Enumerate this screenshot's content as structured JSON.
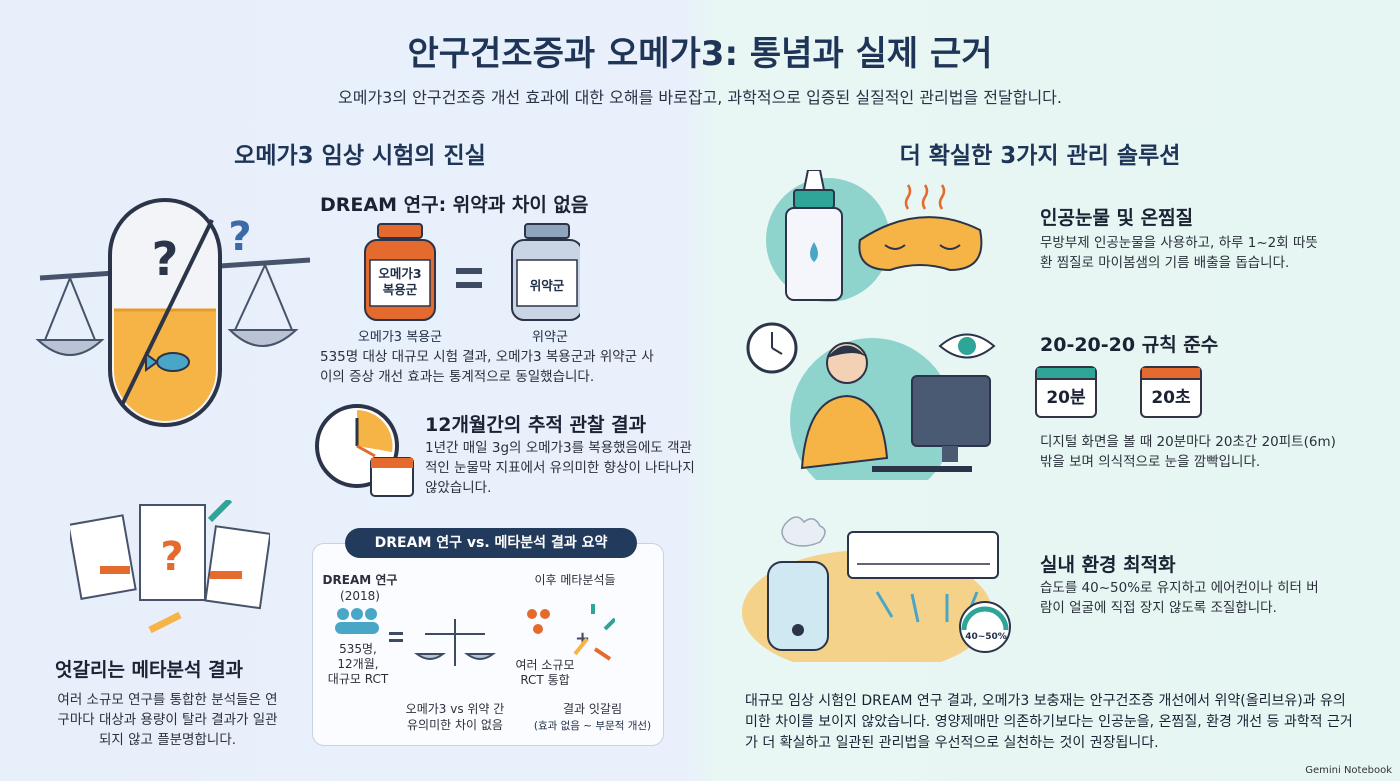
{
  "header": {
    "title": "안구건조증과 오메가3: 통념과 실제 근거",
    "subtitle": "오메가3의 안구건조증 개선 효과에 대한 오해를 바로잡고, 과학적으로 입증된 실질적인 관리법을 전달합니다."
  },
  "left": {
    "section_title": "오메가3 임상 시험의 진실",
    "dream": {
      "heading": "DREAM 연구: 위약과 차이 없음",
      "bottle_omega_label": "오메가3\n복용군",
      "bottle_placebo_label": "위약군",
      "caption_omega": "오메가3 복용군",
      "caption_placebo": "위약군",
      "body": "535명 대상 대규모 시험 결과, 오메가3 복용군과 위약군 사이의 증상 개선 효과는 통계적으로 동일했습니다."
    },
    "followup": {
      "heading": "12개월간의 추적 관찰 결과",
      "body": "1년간 매일 3g의 오메가3를 복용했음에도 객관적인 눈물막 지표에서 유의미한 향상이 나타나지 않았습니다."
    },
    "meta": {
      "heading": "엇갈리는 메타분석 결과",
      "body": "여러 소규모 연구를 통합한 분석들은 연구마다 대상과 용량이 탈라 결과가 일관되지 않고 플분명합니다."
    },
    "summary": {
      "pill": "DREAM 연구 vs. 메타분석 결과 요약",
      "dream_label": "DREAM 연구",
      "dream_year": "(2018)",
      "dream_people": "535명,\n12개월,\n대규모 RCT",
      "dream_result": "오메가3 vs 위약 간\n유의미한 차이 없음",
      "meta_label": "이후 메타분석들",
      "meta_people": "여러 소규모\nRCT 통합",
      "meta_result": "결과 잇갈림",
      "meta_result_sub": "(효과 없음 ~ 부문적 개선)"
    }
  },
  "right": {
    "section_title": "더 확실한 3가지 관리 솔루션",
    "sol1": {
      "heading": "인공눈물 및 온찜질",
      "body": "무방부제 인공눈물을 사용하고, 하루 1~2회 따뜻환 찜질로 마이봄샘의 기름 배출을 돕습니다."
    },
    "sol2": {
      "heading": "20-20-20 규칙 준수",
      "card1": "20분",
      "card2": "20초",
      "body": "디지털 화면을 볼 때 20분마다 20초간 20피트(6m) 밖을 보며 의식적으로 눈을 깜빡입니다."
    },
    "sol3": {
      "heading": "실내 환경 최적화",
      "gauge_label": "40~50%",
      "body": "습도를 40~50%로 유지하고 에어컨이나 히터 버람이 얼굴에 직접 장지 않도록 조질합니다."
    },
    "conclusion": "대규모 임상 시험인 DREAM 연구 결과, 오메가3 보충재는 안구건조증 개선에서 위약(올리브유)과 유의미한 차이를 보이지 않았습니다. 영양제매만 의존하기보다는 인공눈을, 온찜질, 환경 개선 등 과학적 근거가 더 확실하고 일관된 관리법을 우선적으로 실천하는 것이 권장됩니다."
  },
  "brand": "Gemini Notebook",
  "colors": {
    "navy": "#1f3557",
    "capsule": "#f6b446",
    "teal": "#2fa598",
    "orange_bottle": "#e46a2e",
    "placebo_bottle": "#8fa4bd"
  }
}
